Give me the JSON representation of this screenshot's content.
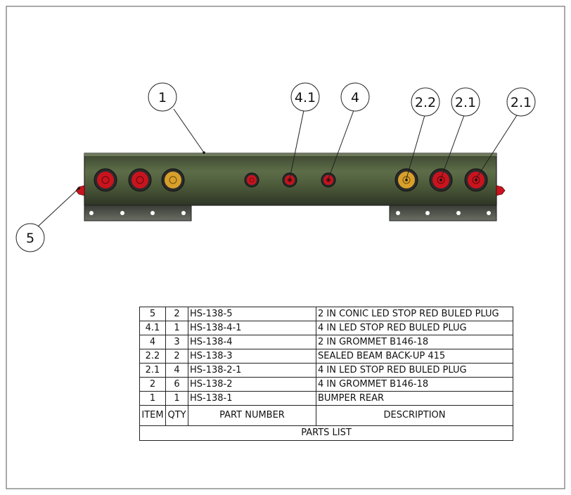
{
  "balloons": [
    {
      "id": "1",
      "label": "1"
    },
    {
      "id": "4-1",
      "label": "4.1"
    },
    {
      "id": "4",
      "label": "4"
    },
    {
      "id": "2-2",
      "label": "2.2"
    },
    {
      "id": "2-1-a",
      "label": "2.1"
    },
    {
      "id": "2-1-b",
      "label": "2.1"
    },
    {
      "id": "5",
      "label": "5"
    }
  ],
  "colors": {
    "red_lamp": "#c8141e",
    "amber_lamp": "#d8a02a",
    "bumper": "#4a5838",
    "frame": "#555555"
  },
  "parts_list": {
    "rows": [
      {
        "item": "5",
        "qty": "2",
        "part_number": "HS-138-5",
        "description": "2 IN CONIC LED STOP RED BULED PLUG"
      },
      {
        "item": "4.1",
        "qty": "1",
        "part_number": "HS-138-4-1",
        "description": "4 IN LED STOP RED BULED PLUG"
      },
      {
        "item": "4",
        "qty": "3",
        "part_number": "HS-138-4",
        "description": "2 IN GROMMET B146-18"
      },
      {
        "item": "2.2",
        "qty": "2",
        "part_number": "HS-138-3",
        "description": "SEALED BEAM BACK-UP 415"
      },
      {
        "item": "2.1",
        "qty": "4",
        "part_number": "HS-138-2-1",
        "description": "4 IN LED STOP RED BULED PLUG"
      },
      {
        "item": "2",
        "qty": "6",
        "part_number": "HS-138-2",
        "description": "4 IN GROMMET B146-18"
      },
      {
        "item": "1",
        "qty": "1",
        "part_number": "HS-138-1",
        "description": "BUMPER REAR"
      }
    ],
    "headers": {
      "item": "ITEM",
      "qty": "QTY",
      "part_number": "PART NUMBER",
      "description": "DESCRIPTION"
    },
    "caption": "PARTS LIST"
  }
}
